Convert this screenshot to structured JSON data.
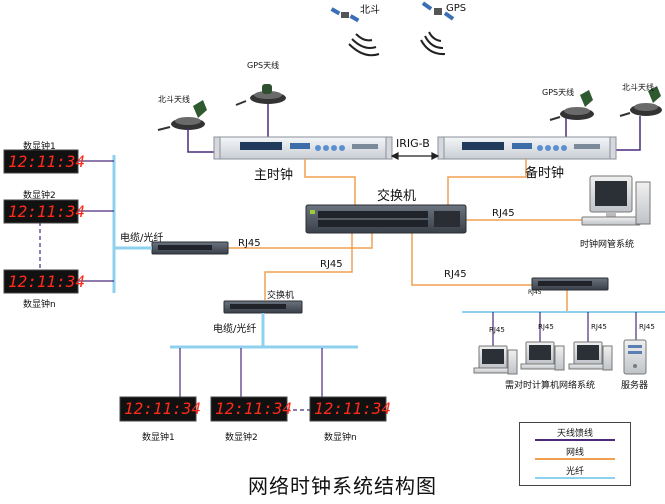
{
  "satellites": {
    "beidou": "北斗",
    "gps": "GPS"
  },
  "antennas": {
    "gps_left": "GPS天线",
    "beidou_left": "北斗天线",
    "gps_right": "GPS天线",
    "beidou_right": "北斗天线"
  },
  "clocks": {
    "main": "主时钟",
    "backup": "备时钟",
    "link": "IRIG-B"
  },
  "switches": {
    "core": "交换机",
    "sub": "交换机"
  },
  "links": {
    "rj45_mgmt": "RJ45",
    "rj45_left": "RJ45",
    "rj45_center": "RJ45",
    "rj45_right": "RJ45",
    "rj45_small": "RJ45",
    "cable_fiber_left": "电缆/光纤",
    "cable_fiber_bottom": "电缆/光纤"
  },
  "left_displays": [
    {
      "label": "数显钟1",
      "time": "12:11:34"
    },
    {
      "label": "数显钟2",
      "time": "12:11:34"
    },
    {
      "label": "数显钟n",
      "time": "12:11:34"
    }
  ],
  "bottom_displays": [
    {
      "label": "数显钟1",
      "time": "12:11:34"
    },
    {
      "label": "数显钟2",
      "time": "12:11:34"
    },
    {
      "label": "数显钟n",
      "time": "12:11:34"
    }
  ],
  "management": {
    "label": "时钟网管系统"
  },
  "clients": {
    "rj45_labels": [
      "RJ45",
      "RJ45",
      "RJ45",
      "RJ45"
    ],
    "computers_label": "需对时计算机网络系统",
    "server_label": "服务器"
  },
  "legend": {
    "antenna_feed": "天线馈线",
    "network": "网线",
    "fiber": "光纤",
    "colors": {
      "antenna_feed": "#4a2a7a",
      "network": "#f0a050",
      "fiber": "#8fd0ef"
    }
  },
  "title": "网络时钟系统结构图"
}
